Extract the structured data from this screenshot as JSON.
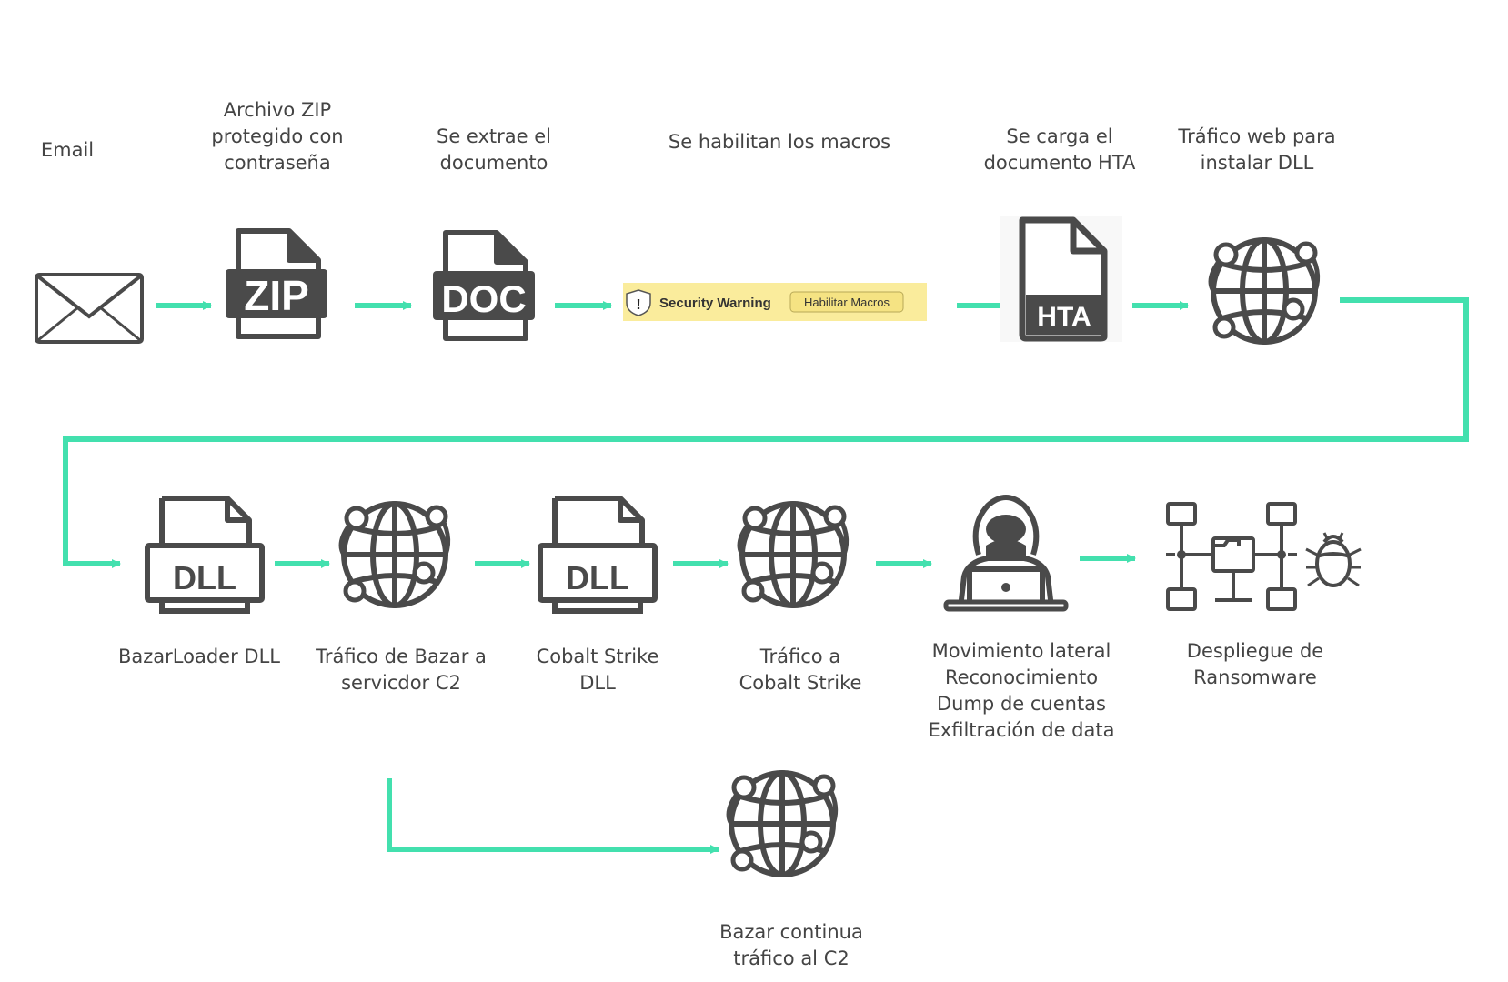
{
  "colors": {
    "connector": "#43e0ae",
    "icon": "#4a4a4a",
    "warning_bg": "#faec9c",
    "warning_badge": "#f5e383"
  },
  "steps": {
    "email": {
      "label": [
        "Email"
      ],
      "icon": "envelope-icon"
    },
    "zip": {
      "label": [
        "Archivo ZIP",
        "protegido con",
        "contraseña"
      ],
      "icon": "zip-file-icon",
      "badge": "ZIP"
    },
    "doc": {
      "label": [
        "Se extrae el",
        "documento"
      ],
      "icon": "doc-file-icon",
      "badge": "DOC"
    },
    "macros": {
      "label": [
        "Se habilitan los macros"
      ],
      "warning_title": "Security Warning",
      "warning_button": "Habilitar Macros"
    },
    "hta": {
      "label": [
        "Se carga el",
        "documento HTA"
      ],
      "icon": "hta-file-icon",
      "badge": "HTA"
    },
    "web_dll": {
      "label": [
        "Tráfico web para",
        "instalar DLL"
      ],
      "icon": "globe-icon"
    },
    "bazar_dll": {
      "label": [
        "BazarLoader DLL"
      ],
      "icon": "dll-file-icon",
      "badge": "DLL"
    },
    "bazar_c2": {
      "label": [
        "Tráfico de Bazar a",
        "servicdor C2"
      ],
      "icon": "globe-icon"
    },
    "cobalt_dll": {
      "label": [
        "Cobalt Strike",
        "DLL"
      ],
      "icon": "dll-file-icon",
      "badge": "DLL"
    },
    "cobalt_traffic": {
      "label": [
        "Tráfico a",
        "Cobalt Strike"
      ],
      "icon": "globe-icon"
    },
    "lateral": {
      "label": [
        "Movimiento lateral",
        "Reconocimiento",
        "Dump de cuentas",
        "Exfiltración de data"
      ],
      "icon": "hacker-icon"
    },
    "ransomware": {
      "label": [
        "Despliegue de",
        "Ransomware"
      ],
      "icon": "network-icon"
    },
    "bazar_continue": {
      "label": [
        "Bazar continua",
        "tráfico  al C2"
      ],
      "icon": "globe-icon"
    }
  }
}
